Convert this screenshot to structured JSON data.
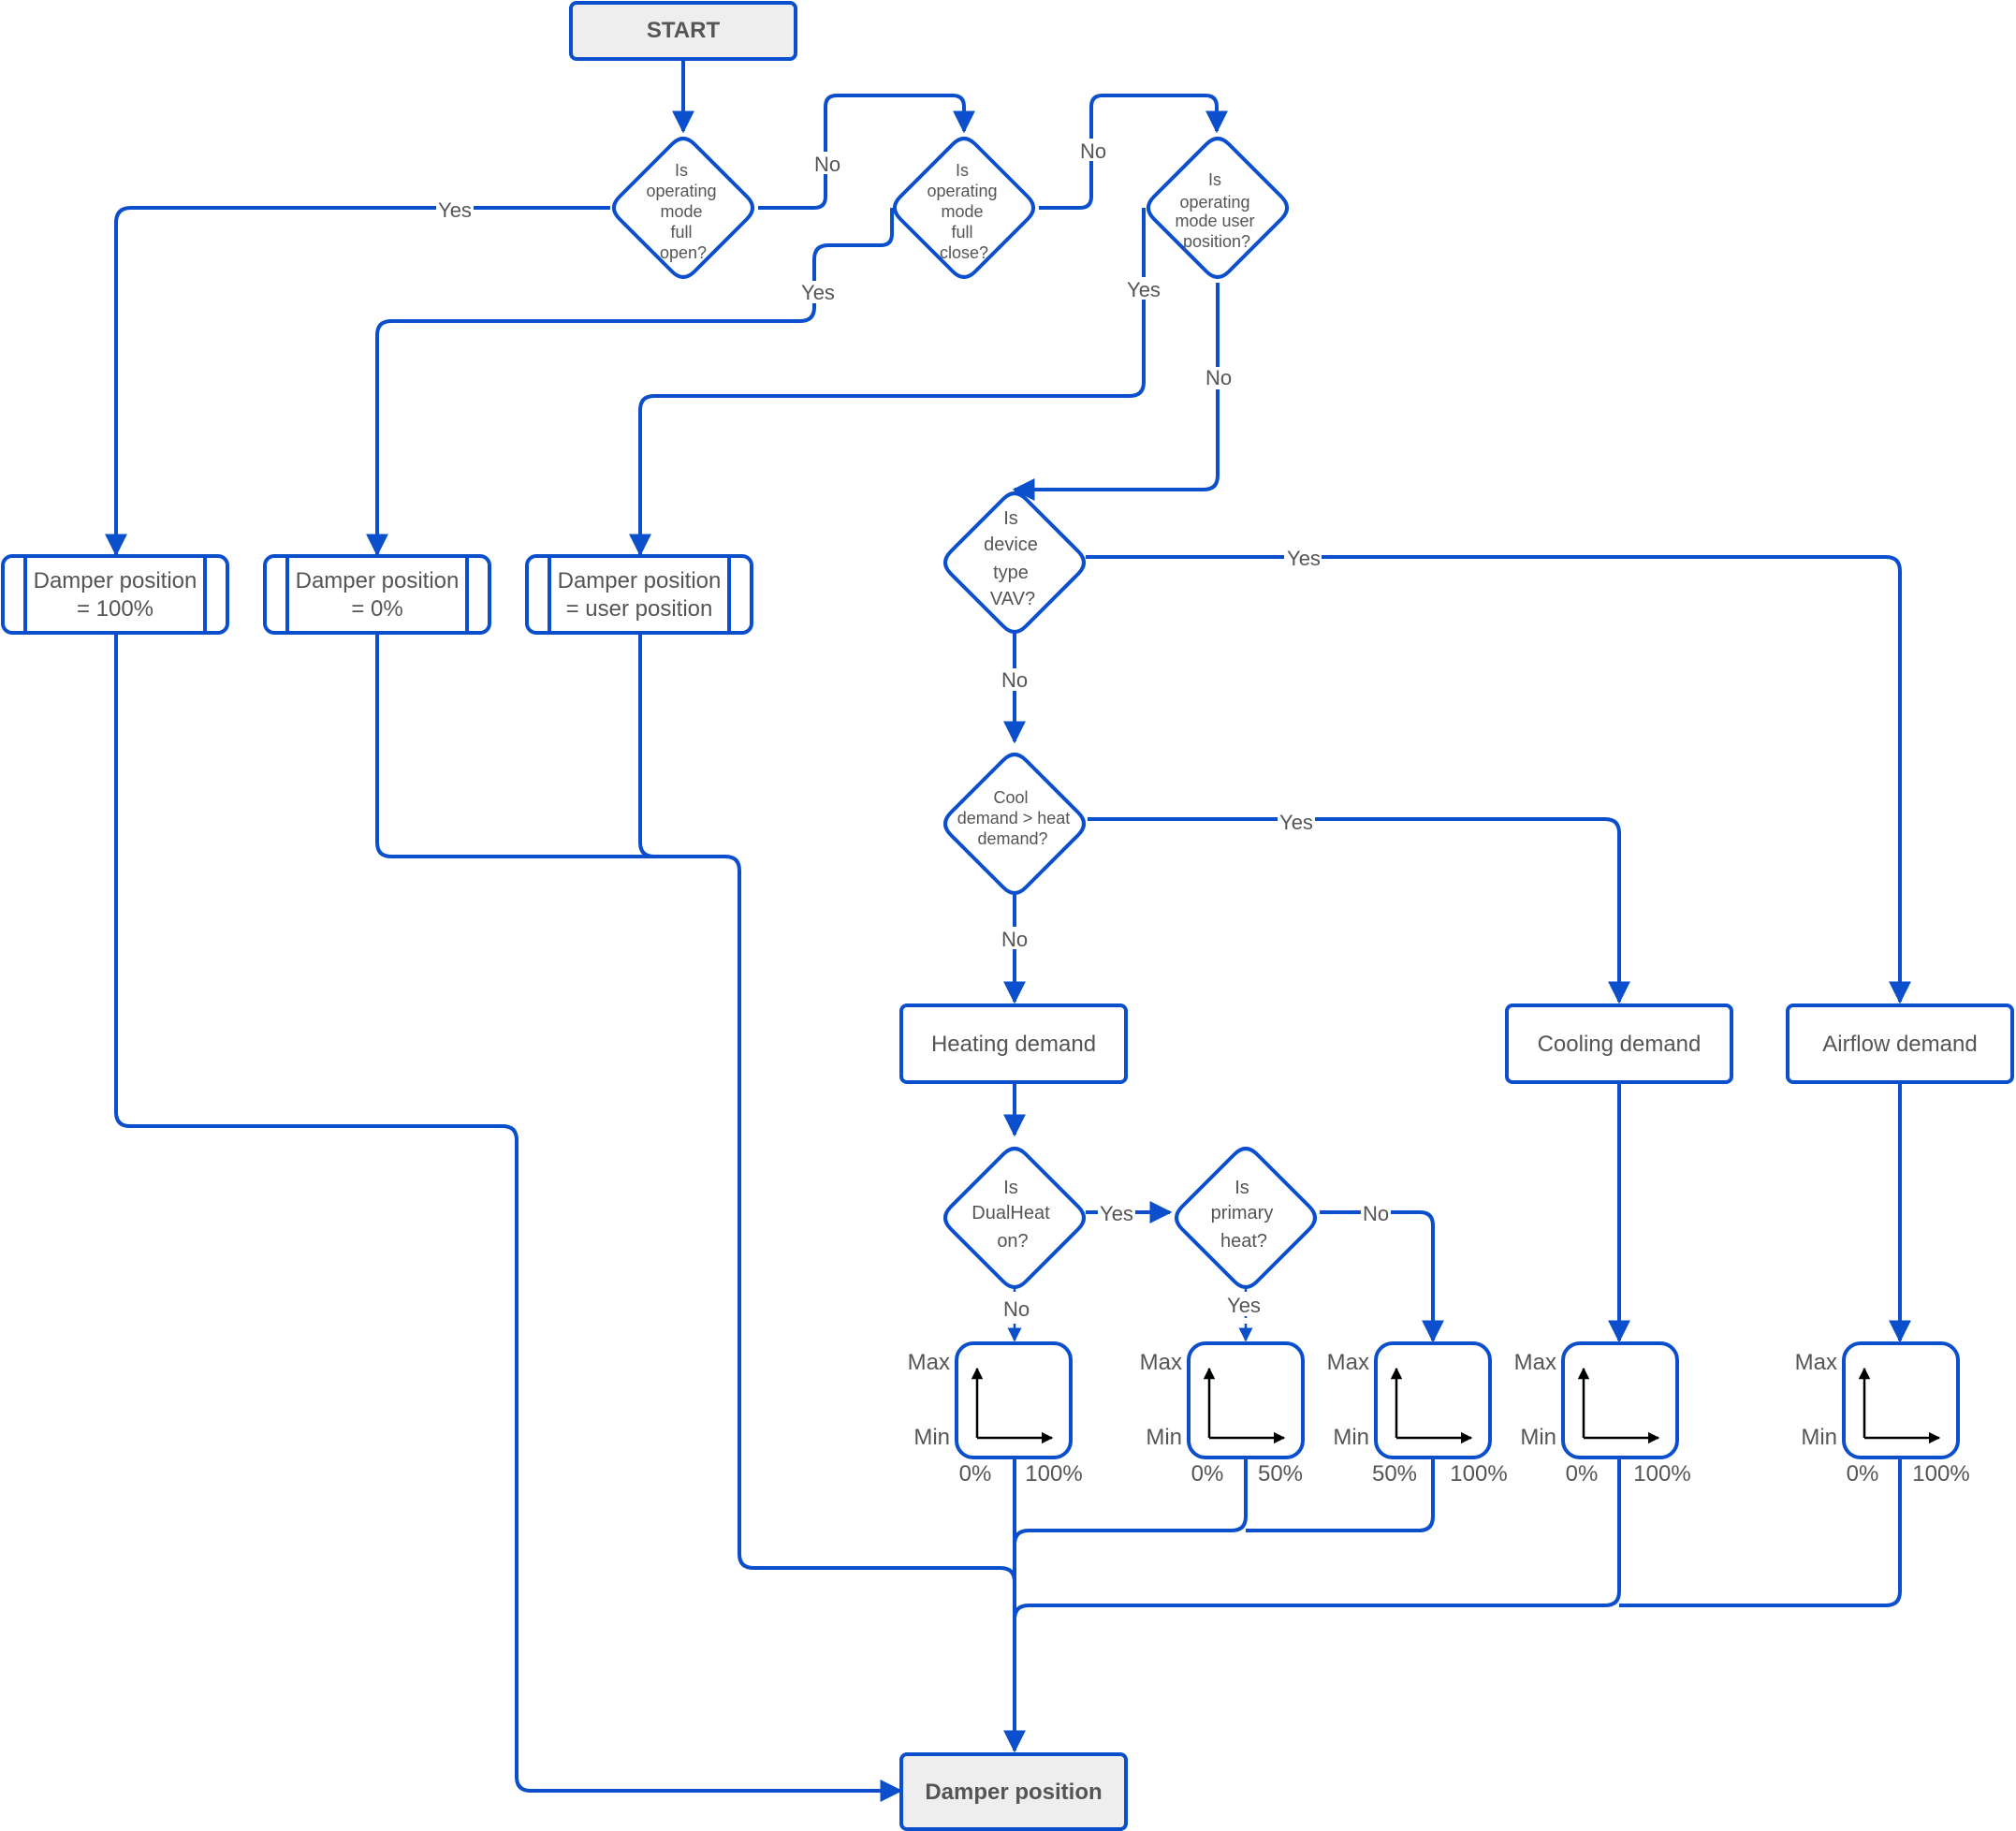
{
  "colors": {
    "stroke": "#0b4fcc",
    "text": "#555555",
    "terminal_fill": "#eeeeee",
    "axis": "#000000"
  },
  "nodes": {
    "start": {
      "label": "START"
    },
    "q_full_open": {
      "lines": [
        "Is",
        "operating",
        "mode",
        "full",
        "open?"
      ]
    },
    "q_full_close": {
      "lines": [
        "Is",
        "operating",
        "mode",
        "full",
        "close?"
      ]
    },
    "q_user_pos": {
      "lines": [
        "Is",
        "operating",
        "mode user",
        "position?"
      ]
    },
    "d100": {
      "lines": [
        "Damper position",
        "= 100%"
      ]
    },
    "d0": {
      "lines": [
        "Damper position",
        "= 0%"
      ]
    },
    "duser": {
      "lines": [
        "Damper position",
        "= user position"
      ]
    },
    "q_vav": {
      "lines": [
        "Is",
        "device",
        "type",
        "VAV?"
      ]
    },
    "q_cool_heat": {
      "lines": [
        "Cool",
        "demand > heat",
        "demand?"
      ]
    },
    "heating": {
      "label": "Heating demand"
    },
    "cooling": {
      "label": "Cooling demand"
    },
    "airflow": {
      "label": "Airflow demand"
    },
    "q_dualheat": {
      "lines": [
        "Is",
        "DualHeat",
        "on?"
      ]
    },
    "q_primary": {
      "lines": [
        "Is",
        "primary",
        "heat?"
      ]
    },
    "end": {
      "label": "Damper position"
    }
  },
  "edge_labels": {
    "open_yes": "Yes",
    "open_no": "No",
    "close_yes": "Yes",
    "close_no": "No",
    "user_yes": "Yes",
    "user_no": "No",
    "vav_yes": "Yes",
    "vav_no": "No",
    "coolheat_yes": "Yes",
    "coolheat_no": "No",
    "dual_yes": "Yes",
    "dual_no": "No",
    "primary_yes": "Yes",
    "primary_no": "No"
  },
  "graphs": [
    {
      "max": "Max",
      "min": "Min",
      "x_start": "0%",
      "x_end": "100%"
    },
    {
      "max": "Max",
      "min": "Min",
      "x_start": "0%",
      "x_end": "50%"
    },
    {
      "max": "Max",
      "min": "Min",
      "x_start": "50%",
      "x_end": "100%"
    },
    {
      "max": "Max",
      "min": "Min",
      "x_start": "0%",
      "x_end": "100%"
    },
    {
      "max": "Max",
      "min": "Min",
      "x_start": "0%",
      "x_end": "100%"
    }
  ]
}
